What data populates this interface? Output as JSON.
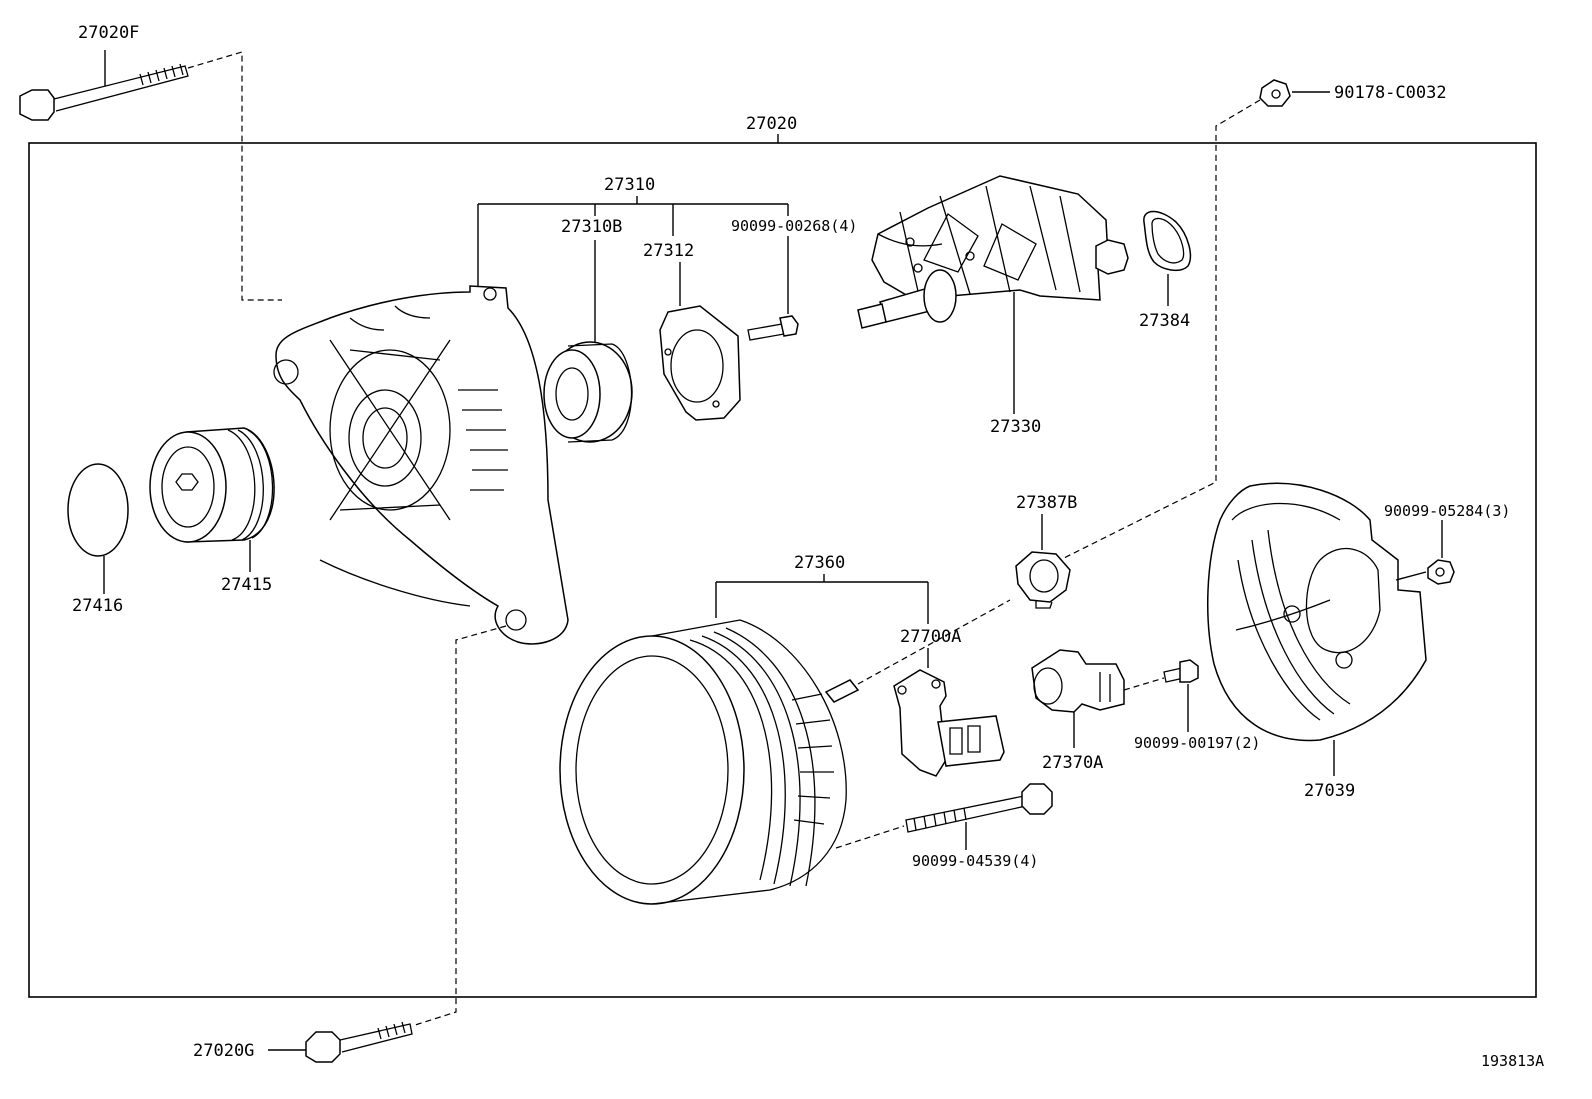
{
  "drawing_id": "193813A",
  "labels": {
    "assembly": "27020",
    "bolt_top": "27020F",
    "bolt_bottom": "27020G",
    "nut_top_right": "90178-C0032",
    "frame_group": "27310",
    "bearing": "27310B",
    "retainer": "27312",
    "screw_frame": "90099-00268(4)",
    "rotor": "27330",
    "spacer": "27384",
    "pulley": "27415",
    "pulley_cap": "27416",
    "stator_group": "27360",
    "regulator": "27700A",
    "insulator": "27387B",
    "brush_holder": "27370A",
    "screw_holder": "90099-00197(2)",
    "rear_cover": "27039",
    "nut_cover": "90099-05284(3)",
    "through_bolt": "90099-04539(4)"
  }
}
